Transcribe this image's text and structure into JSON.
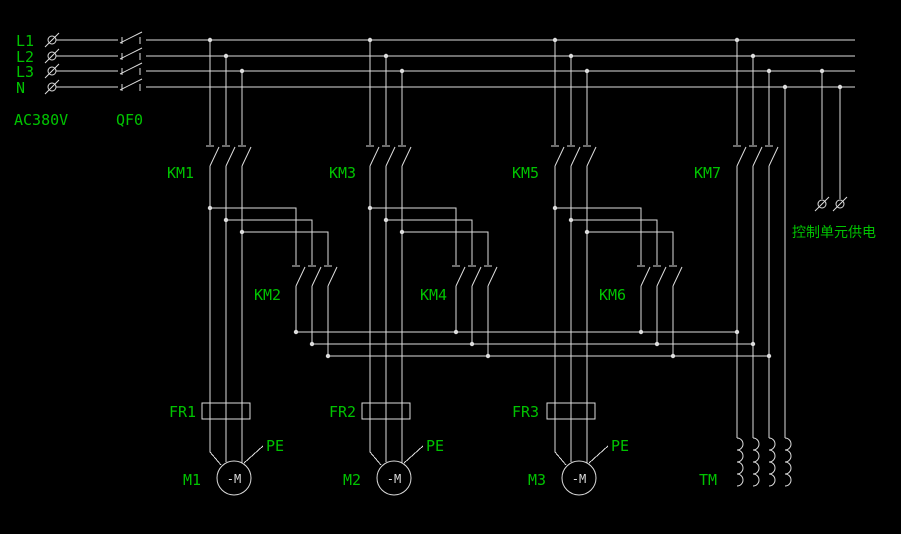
{
  "colors": {
    "background": "#000000",
    "wire": "#DCDCDC",
    "label": "#00C300"
  },
  "supply": {
    "l1": "L1",
    "l2": "L2",
    "l3": "L3",
    "n": "N",
    "voltage": "AC380V",
    "breaker": "QF0"
  },
  "branches": [
    {
      "main_contactor": "KM1",
      "aux_contactor": "KM2",
      "overload": "FR1",
      "motor": "M1",
      "motor_symbol": "-M",
      "pe": "PE"
    },
    {
      "main_contactor": "KM3",
      "aux_contactor": "KM4",
      "overload": "FR2",
      "motor": "M2",
      "motor_symbol": "-M",
      "pe": "PE"
    },
    {
      "main_contactor": "KM5",
      "aux_contactor": "KM6",
      "overload": "FR3",
      "motor": "M3",
      "motor_symbol": "-M",
      "pe": "PE"
    }
  ],
  "transformer": {
    "contactor": "KM7",
    "label": "TM"
  },
  "control": {
    "label": "控制单元供电"
  }
}
